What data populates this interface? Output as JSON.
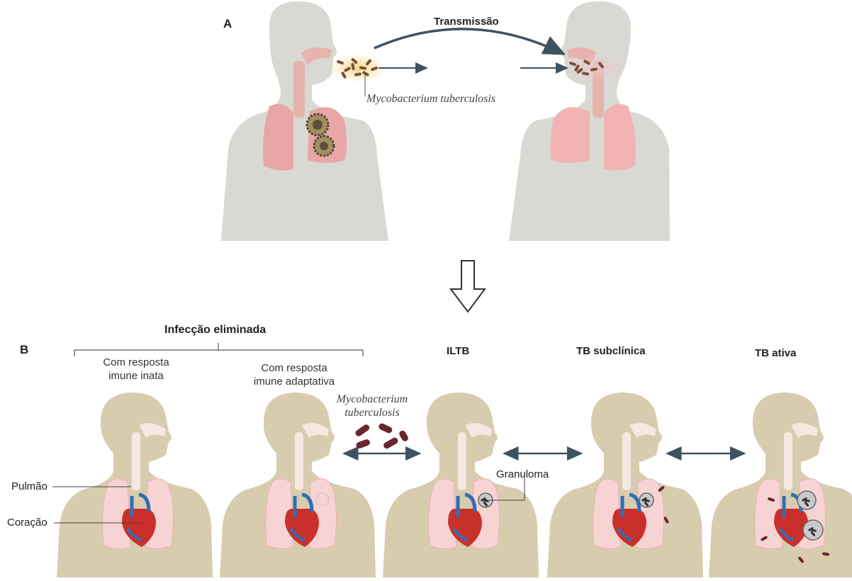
{
  "panel_a": {
    "letter": "A",
    "transmission_label": "Transmissão",
    "pathogen_label": "Mycobacterium tuberculosis"
  },
  "panel_b": {
    "letter": "B",
    "group_title": "Infecção eliminada",
    "stages": [
      {
        "label_line1": "Com resposta",
        "label_line2": "imune inata"
      },
      {
        "label_line1": "Com resposta",
        "label_line2": "imune adaptativa"
      },
      {
        "label": "ILTB"
      },
      {
        "label": "TB subclínica"
      },
      {
        "label": "TB ativa"
      }
    ],
    "pathogen_label_line1": "Mycobacterium",
    "pathogen_label_line2": "tuberculosis",
    "granuloma_label": "Granuloma",
    "organ_labels": {
      "lung": "Pulmão",
      "heart": "Coração"
    }
  },
  "colors": {
    "body_a": "#d8d9d3",
    "body_b": "#d8ccaf",
    "lung": "#e8a6a6",
    "lung_b": "#f7d3d3",
    "airway": "#e9b3ad",
    "bacteria": "#6a2530",
    "arrow": "#3d5360"
  }
}
